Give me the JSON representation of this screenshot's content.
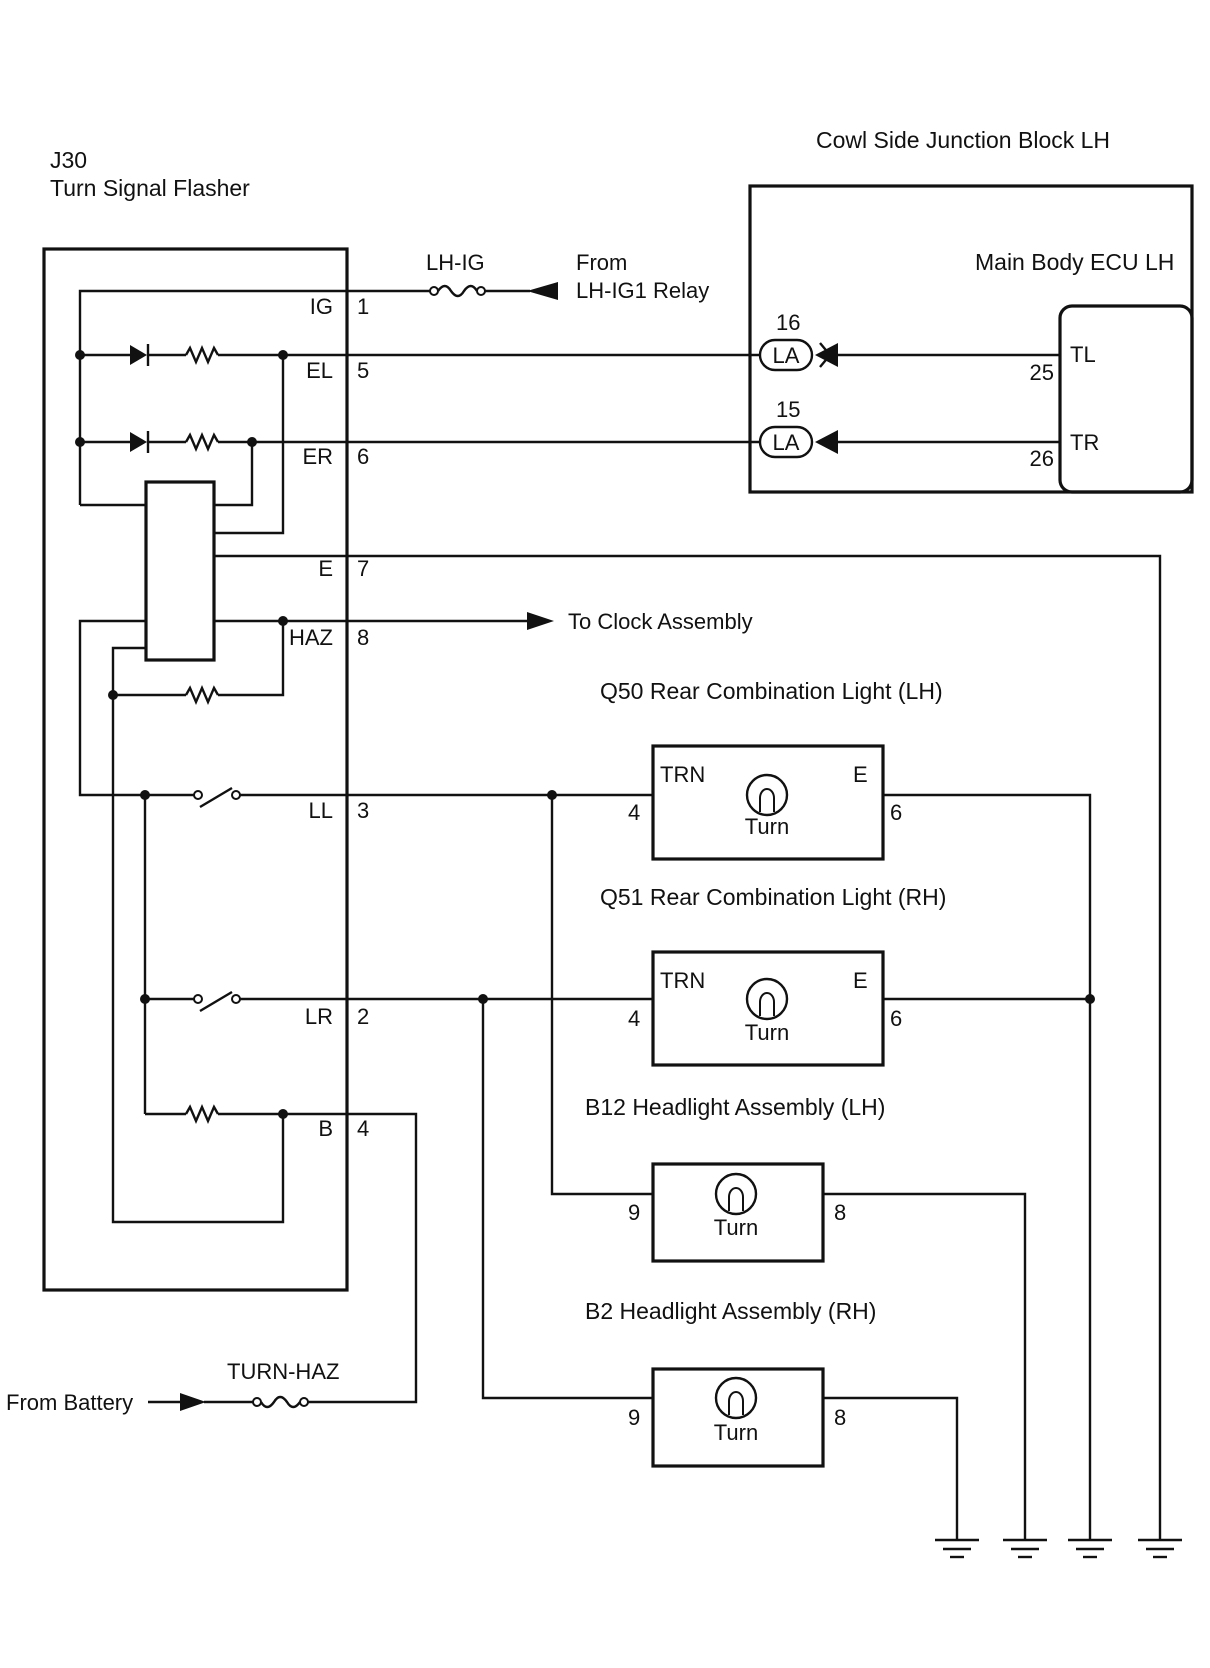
{
  "flasher": {
    "id": "J30",
    "name": "Turn Signal Flasher"
  },
  "junction_block": {
    "name": "Cowl Side Junction Block LH"
  },
  "ecu": {
    "name": "Main Body ECU LH",
    "pins": [
      {
        "name": "TL",
        "num": "25"
      },
      {
        "name": "TR",
        "num": "26"
      }
    ]
  },
  "connectors": [
    {
      "code": "LA",
      "num": "16"
    },
    {
      "code": "LA",
      "num": "15"
    }
  ],
  "flasher_pins": [
    {
      "name": "IG",
      "num": "1"
    },
    {
      "name": "EL",
      "num": "5"
    },
    {
      "name": "ER",
      "num": "6"
    },
    {
      "name": "E",
      "num": "7"
    },
    {
      "name": "HAZ",
      "num": "8"
    },
    {
      "name": "LL",
      "num": "3"
    },
    {
      "name": "LR",
      "num": "2"
    },
    {
      "name": "B",
      "num": "4"
    }
  ],
  "fuses": {
    "lhig": "LH-IG",
    "turnhaz": "TURN-HAZ"
  },
  "sources": {
    "from_label": "From",
    "relay": "LH-IG1 Relay",
    "clock": "To Clock Assembly",
    "battery": "From Battery"
  },
  "lamps": [
    {
      "title": "Q50 Rear Combination Light (LH)",
      "left_term": "TRN",
      "right_term": "E",
      "pin_in": "4",
      "pin_out": "6",
      "bulb": "Turn"
    },
    {
      "title": "Q51 Rear Combination Light (RH)",
      "left_term": "TRN",
      "right_term": "E",
      "pin_in": "4",
      "pin_out": "6",
      "bulb": "Turn"
    },
    {
      "title": "B12 Headlight Assembly (LH)",
      "pin_in": "9",
      "pin_out": "8",
      "bulb": "Turn"
    },
    {
      "title": "B2 Headlight Assembly (RH)",
      "pin_in": "9",
      "pin_out": "8",
      "bulb": "Turn"
    }
  ]
}
